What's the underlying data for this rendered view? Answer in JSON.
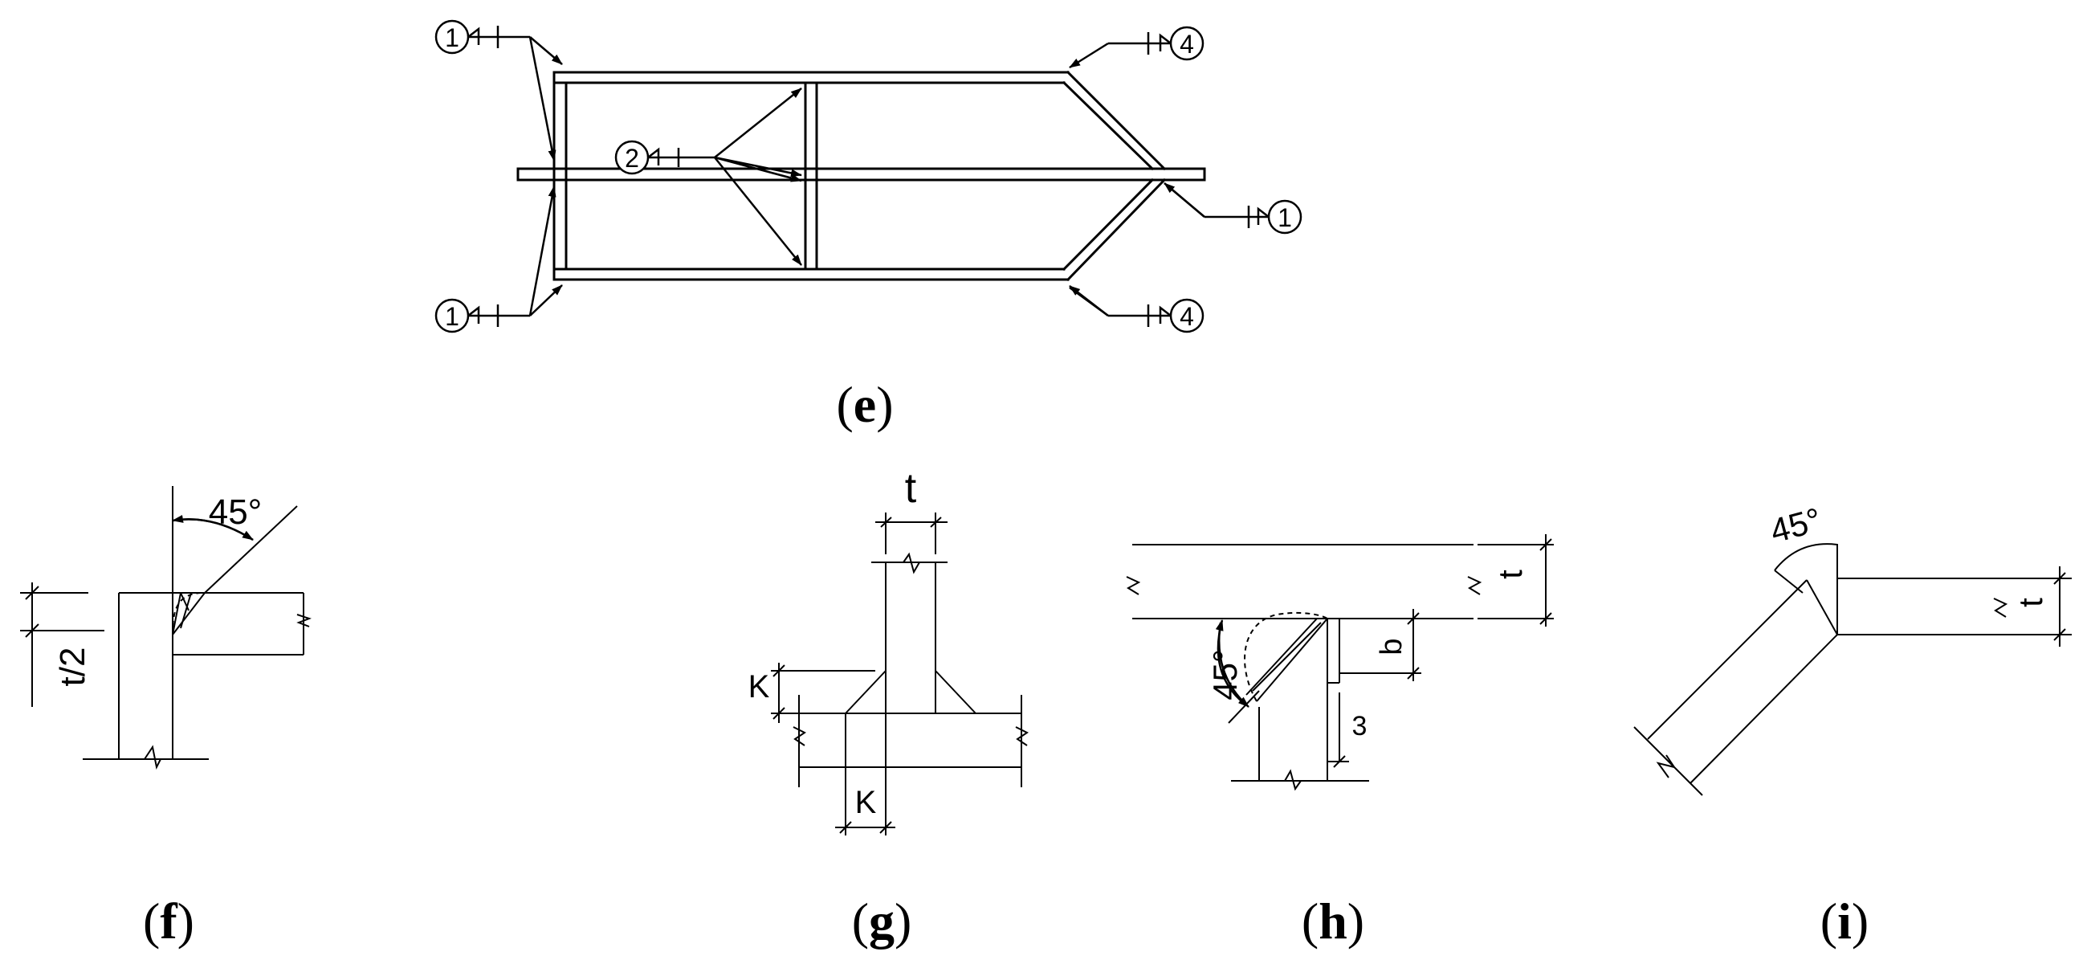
{
  "panels": {
    "e": {
      "caption": "e",
      "callouts": [
        {
          "label": "1"
        },
        {
          "label": "2"
        },
        {
          "label": "4"
        },
        {
          "label": "1"
        },
        {
          "label": "1"
        },
        {
          "label": "4"
        }
      ]
    },
    "f": {
      "caption": "f",
      "angle_label": "45°",
      "dim_label": "t/2"
    },
    "g": {
      "caption": "g",
      "top_dim": "t",
      "leg_dim_v": "K",
      "leg_dim_h": "K"
    },
    "h": {
      "caption": "h",
      "thickness": "t",
      "depth": "b",
      "gap": "3",
      "angle_label": "45°"
    },
    "i": {
      "caption": "i",
      "angle_label": "45°",
      "thickness": "t"
    }
  }
}
